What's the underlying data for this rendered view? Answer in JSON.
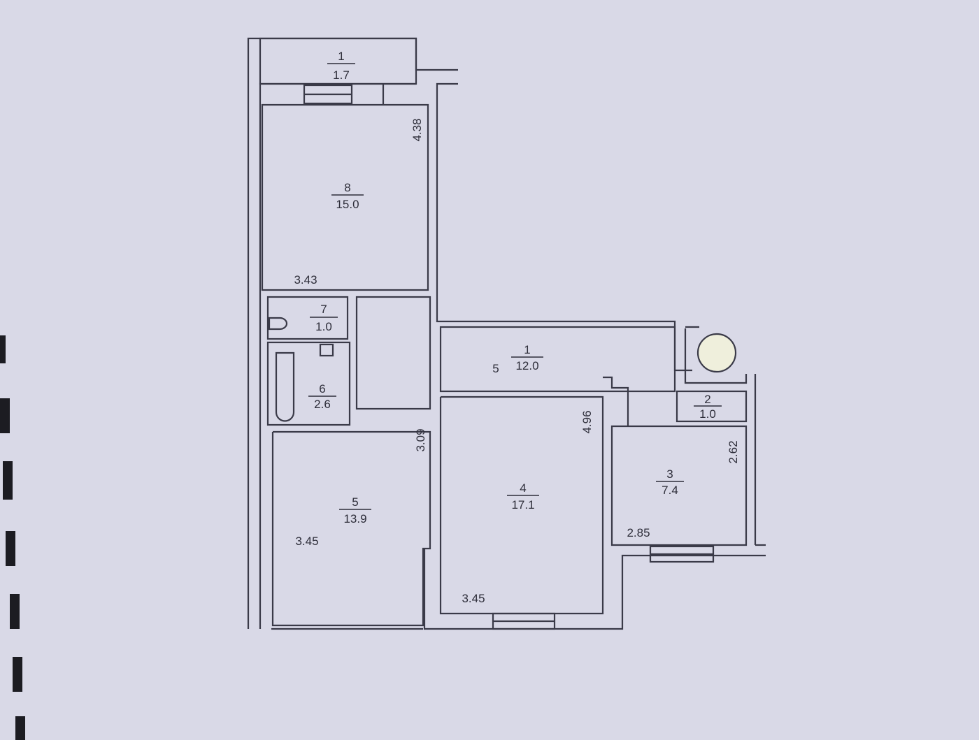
{
  "rooms": [
    {
      "id": "balcony",
      "number": "1",
      "area": "1.7"
    },
    {
      "id": "room8",
      "number": "8",
      "area": "15.0"
    },
    {
      "id": "room7",
      "number": "7",
      "area": "1.0"
    },
    {
      "id": "room6",
      "number": "6",
      "area": "2.6"
    },
    {
      "id": "room5",
      "number": "5",
      "area": "13.9"
    },
    {
      "id": "room1",
      "number": "1",
      "area": "12.0"
    },
    {
      "id": "room4",
      "number": "4",
      "area": "17.1"
    },
    {
      "id": "room2",
      "number": "2",
      "area": "1.0"
    },
    {
      "id": "room3",
      "number": "3",
      "area": "7.4"
    }
  ],
  "dimensions": {
    "room8_height": "4.38",
    "room8_width": "3.43",
    "room5_height": "3.09",
    "room5_width": "3.45",
    "room4_height": "4.96",
    "room4_width": "3.45",
    "room3_height": "2.62",
    "room3_width": "2.85"
  },
  "annotations": {
    "stray_mark": "5"
  },
  "colors": {
    "paper": "#d9d9e7",
    "ink": "#3a3a48"
  }
}
